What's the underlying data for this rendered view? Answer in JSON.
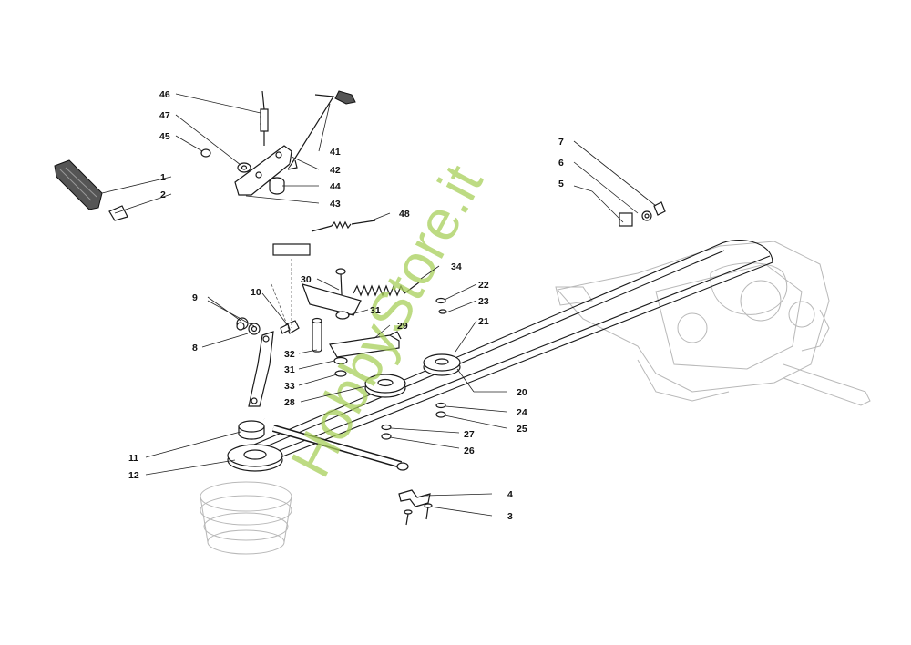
{
  "diagram": {
    "callouts": [
      "1",
      "2",
      "3",
      "4",
      "5",
      "6",
      "7",
      "8",
      "9",
      "10",
      "11",
      "12",
      "20",
      "21",
      "22",
      "23",
      "24",
      "25",
      "26",
      "27",
      "28",
      "29",
      "30",
      "31",
      "31",
      "32",
      "33",
      "34",
      "41",
      "42",
      "43",
      "44",
      "45",
      "46",
      "47",
      "48"
    ],
    "watermark": "HobbyStore.it",
    "colors": {
      "watermark": "#a8cf5a",
      "line": "#1a1a1a",
      "ghost": "#b8b8b8"
    }
  }
}
